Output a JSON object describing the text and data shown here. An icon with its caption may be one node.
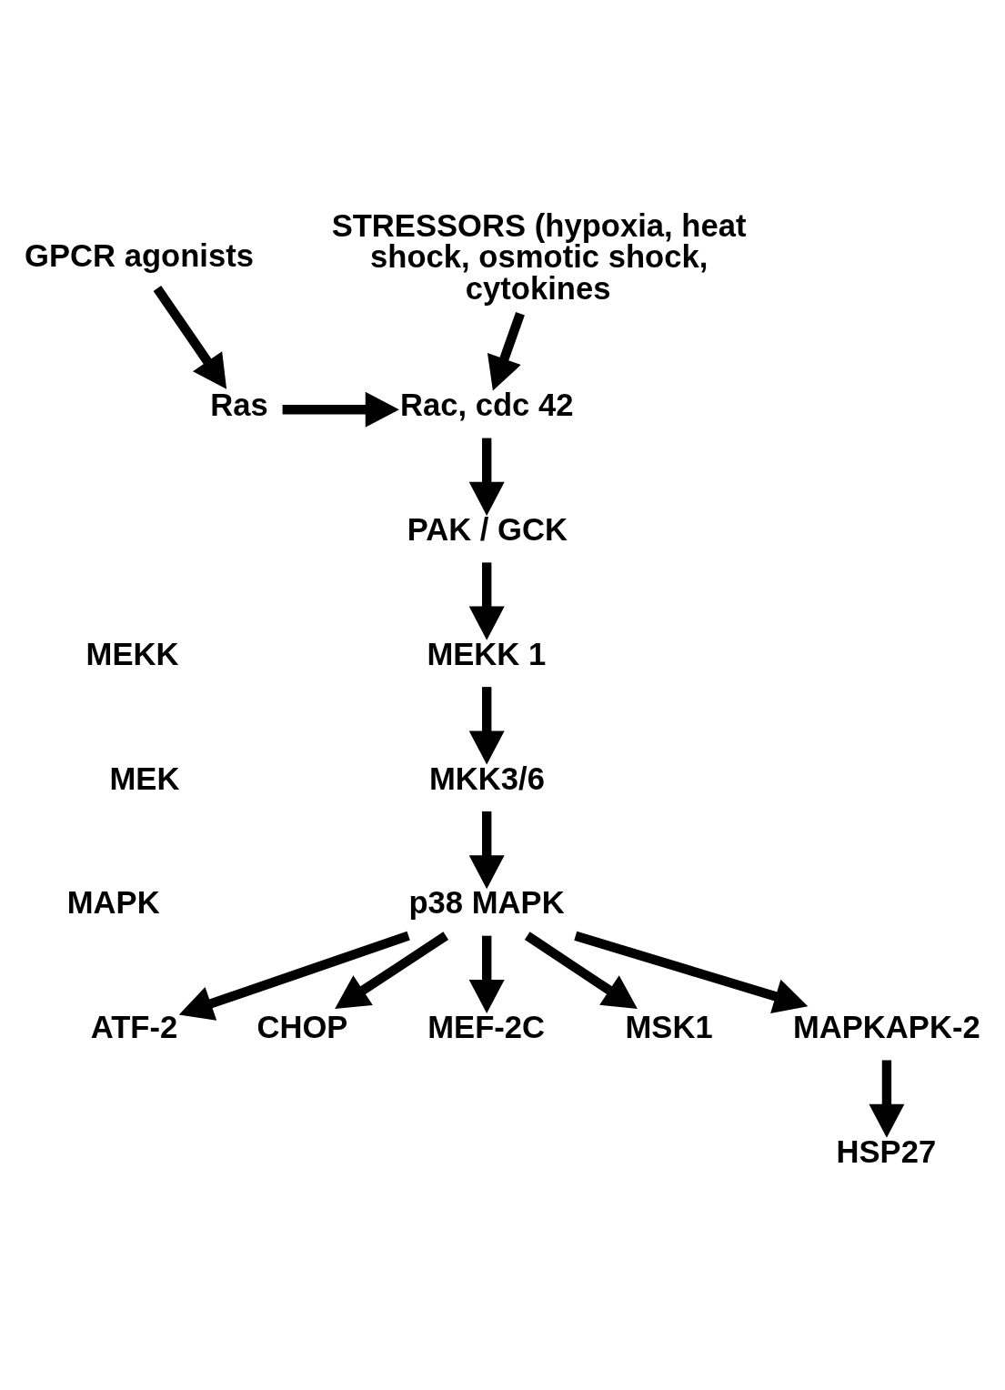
{
  "diagram": {
    "nodes": [
      {
        "text": [
          "GPCR agonists"
        ]
      },
      {
        "text": [
          "STRESSORS (hypoxia, heat shock, osmotic shock, cytokines"
        ]
      },
      {
        "text": [
          "Ras"
        ]
      },
      {
        "text": [
          "Rac, cdc 42"
        ]
      },
      {
        "text": [
          "PAK / GCK"
        ]
      },
      {
        "text": [
          "MEKK 1"
        ]
      },
      {
        "text": [
          "MKK3/6"
        ]
      },
      {
        "text": [
          "p38 MAPK"
        ]
      },
      {
        "text": [
          "ATF-2"
        ]
      },
      {
        "text": [
          "CHOP"
        ]
      },
      {
        "text": [
          "MEF-2C"
        ]
      },
      {
        "text": [
          "MSK1"
        ]
      },
      {
        "text": [
          "MAPKAPK-2"
        ]
      },
      {
        "text": [
          "HSP27"
        ]
      }
    ],
    "edges": [
      {
        "from": 0,
        "to": 2,
        "arrow": "to"
      },
      {
        "from": 1,
        "to": 3,
        "arrow": "to"
      },
      {
        "from": 2,
        "to": 3,
        "arrow": "to"
      },
      {
        "from": 3,
        "to": 4,
        "arrow": "to"
      },
      {
        "from": 4,
        "to": 5,
        "arrow": "to"
      },
      {
        "from": 5,
        "to": 6,
        "arrow": "to"
      },
      {
        "from": 6,
        "to": 7,
        "arrow": "to"
      },
      {
        "from": 7,
        "to": 8,
        "arrow": "to"
      },
      {
        "from": 7,
        "to": 9,
        "arrow": "to"
      },
      {
        "from": 7,
        "to": 10,
        "arrow": "to"
      },
      {
        "from": 7,
        "to": 11,
        "arrow": "to"
      },
      {
        "from": 7,
        "to": 12,
        "arrow": "to"
      },
      {
        "from": 12,
        "to": 13,
        "arrow": "to"
      }
    ],
    "labels": [
      "MEKK",
      "MEK",
      "MAPK"
    ]
  }
}
